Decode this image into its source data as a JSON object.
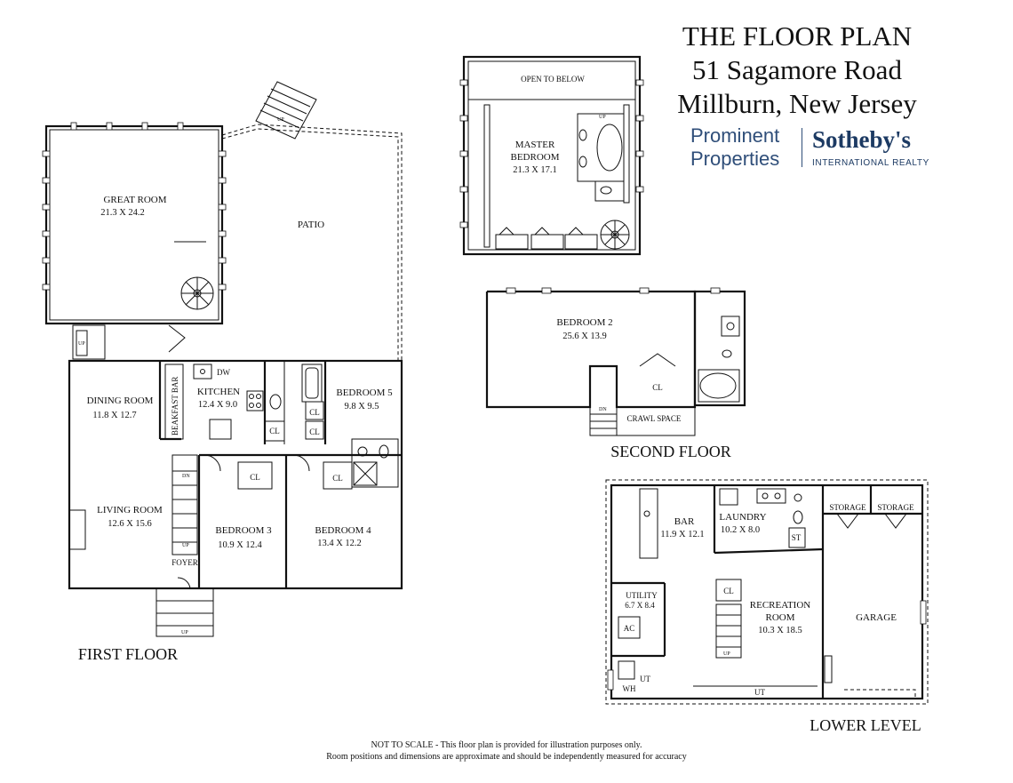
{
  "header": {
    "title": "THE FLOOR PLAN",
    "address_line1": "51 Sagamore Road",
    "address_line2": "Millburn, New Jersey"
  },
  "brand": {
    "prominent": "Prominent",
    "properties": "Properties",
    "sothebys": "Sotheby's",
    "international": "INTERNATIONAL REALTY",
    "accent_color": "#1c3a63"
  },
  "floors": {
    "first": {
      "name": "FIRST FLOOR",
      "great_room": {
        "name": "GREAT ROOM",
        "dim": "21.3 X 24.2"
      },
      "patio": {
        "name": "PATIO"
      },
      "dining_room": {
        "name": "DINING ROOM",
        "dim": "11.8 X 12.7"
      },
      "kitchen": {
        "name": "KITCHEN",
        "dim": "12.4 X 9.0",
        "dw": "DW"
      },
      "breakfast_bar": {
        "name": "BEAKFAST BAR"
      },
      "bedroom5": {
        "name": "BEDROOM 5",
        "dim": "9.8 X 9.5"
      },
      "living_room": {
        "name": "LIVING ROOM",
        "dim": "12.6 X 15.6"
      },
      "bedroom3": {
        "name": "BEDROOM 3",
        "dim": "10.9 X 12.4"
      },
      "bedroom4": {
        "name": "BEDROOM 4",
        "dim": "13.4 X 12.2"
      },
      "foyer": {
        "name": "FOYER"
      },
      "closet": "CL",
      "up": "UP",
      "dn": "DN"
    },
    "second": {
      "name": "SECOND FLOOR",
      "open_to_below": "OPEN TO BELOW",
      "master_line1": "MASTER",
      "master_line2": "BEDROOM",
      "master_dim": "21.3 X 17.1",
      "bedroom2": {
        "name": "BEDROOM 2",
        "dim": "25.6 X 13.9"
      },
      "closet": "CL",
      "crawl_space": "CRAWL SPACE",
      "up": "UP",
      "dn": "DN"
    },
    "lower": {
      "name": "LOWER LEVEL",
      "bar": {
        "name": "BAR",
        "dim": "11.9 X 12.1"
      },
      "laundry": {
        "name": "LAUNDRY",
        "dim": "10.2 X 8.0"
      },
      "storage": "STORAGE",
      "st": "ST",
      "utility": {
        "name": "UTILITY",
        "dim": "6.7 X 8.4"
      },
      "ac": "AC",
      "closet": "CL",
      "recreation_line1": "RECREATION",
      "recreation_line2": "ROOM",
      "recreation_dim": "10.3 X 18.5",
      "garage": "GARAGE",
      "wh": "WH",
      "ut": "UT",
      "up": "UP"
    }
  },
  "disclaimer": {
    "line1": "NOT TO SCALE - This floor plan is provided for illustration purposes only.",
    "line2": "Room positions and dimensions are approximate and should be independently measured for accuracy"
  }
}
